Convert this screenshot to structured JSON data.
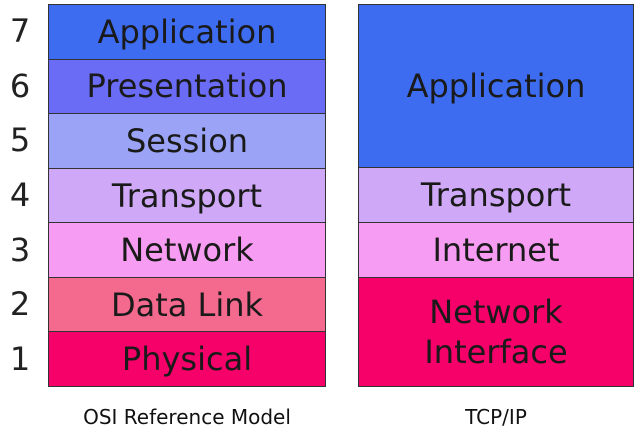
{
  "layer_numbers": [
    "7",
    "6",
    "5",
    "4",
    "3",
    "2",
    "1"
  ],
  "osi": {
    "caption": "OSI Reference Model",
    "layers": [
      {
        "label": "Application",
        "color": "#3d6cf0"
      },
      {
        "label": "Presentation",
        "color": "#6a6cf6"
      },
      {
        "label": "Session",
        "color": "#9aa3f6"
      },
      {
        "label": "Transport",
        "color": "#cfa8f8"
      },
      {
        "label": "Network",
        "color": "#f79cf3"
      },
      {
        "label": "Data Link",
        "color": "#f46a8f"
      },
      {
        "label": "Physical",
        "color": "#f6006a"
      }
    ]
  },
  "tcpip": {
    "caption": "TCP/IP",
    "layers": [
      {
        "label": "Application",
        "color": "#3d6cf0",
        "span": 3
      },
      {
        "label": "Transport",
        "color": "#cfa8f8",
        "span": 1
      },
      {
        "label": "Internet",
        "color": "#f79cf3",
        "span": 1
      },
      {
        "label_line1": "Network",
        "label_line2": "Interface",
        "color": "#f6006a",
        "span": 2
      }
    ]
  }
}
